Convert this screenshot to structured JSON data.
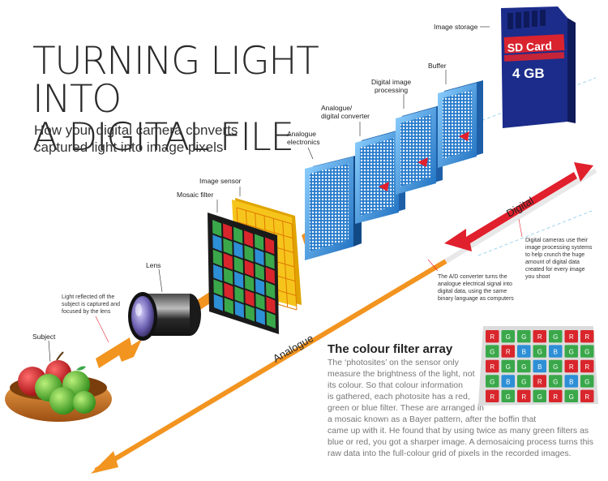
{
  "title_lines": [
    "TURNING LIGHT INTO",
    "A DIGITAL FILE"
  ],
  "subtitle_lines": [
    "How your digital camera converts",
    "captured light into image pixels"
  ],
  "labels": {
    "image_storage": "Image storage",
    "buffer": "Buffer",
    "digital_image_processing": [
      "Digital image",
      "processing"
    ],
    "ad_converter": [
      "Analogue/",
      "digital converter"
    ],
    "analogue_electronics": [
      "Analogue",
      "electronics"
    ],
    "image_sensor": "Image sensor",
    "mosaic_filter": "Mosaic filter",
    "lens": "Lens",
    "subject": "Subject"
  },
  "sd_card": {
    "brand": "SD Card",
    "capacity": "4 GB"
  },
  "axis": {
    "analogue": "Analogue",
    "digital": "Digital"
  },
  "notes": {
    "light": [
      "Light reflected off the",
      "subject is captured and",
      "focused by the lens"
    ],
    "ad": [
      "The A/D converter turns the",
      "analogue electrical signal into",
      "digital data, using the same",
      "binary language as computers"
    ],
    "digital": [
      "Digital cameras use their",
      "image processing systems",
      "to help crunch the huge",
      "amount of digital data",
      "created for every image",
      "you shoot"
    ]
  },
  "colour_filter_array": {
    "title": "The colour filter array",
    "body_lines": [
      "The ‘photosites’ on the sensor only",
      "measure the brightness of the light, not",
      "its colour. So that colour information",
      "is gathered, each photosite has a red,",
      "green or blue filter. These are arranged in",
      "a mosaic known as a Bayer pattern, after the boffin that",
      "came up with it. He found that by using twice as many green filters as",
      "blue or red, you got a sharper image. A demosaicing process turns this",
      "raw data into the full-colour grid of pixels in the recorded images."
    ],
    "grid": [
      [
        "R",
        "G",
        "G",
        "R",
        "G",
        "R",
        "R"
      ],
      [
        "G",
        "R",
        "B",
        "G",
        "B",
        "G",
        "G"
      ],
      [
        "R",
        "G",
        "G",
        "B",
        "G",
        "R",
        "R"
      ],
      [
        "G",
        "B",
        "G",
        "R",
        "G",
        "B",
        "G"
      ],
      [
        "R",
        "G",
        "R",
        "G",
        "R",
        "G",
        "R"
      ]
    ]
  },
  "colors": {
    "accent_orange": "#f29420",
    "arrow_red": "#e0202c",
    "screen_blue": "#2f8fd8",
    "sd_blue": "#1b2c8a",
    "sd_red": "#d9232f",
    "filter_red": "#d9262c",
    "filter_green": "#3aa84a",
    "filter_blue": "#2d8fd6",
    "sensor_yellow": "#f6c51c"
  }
}
